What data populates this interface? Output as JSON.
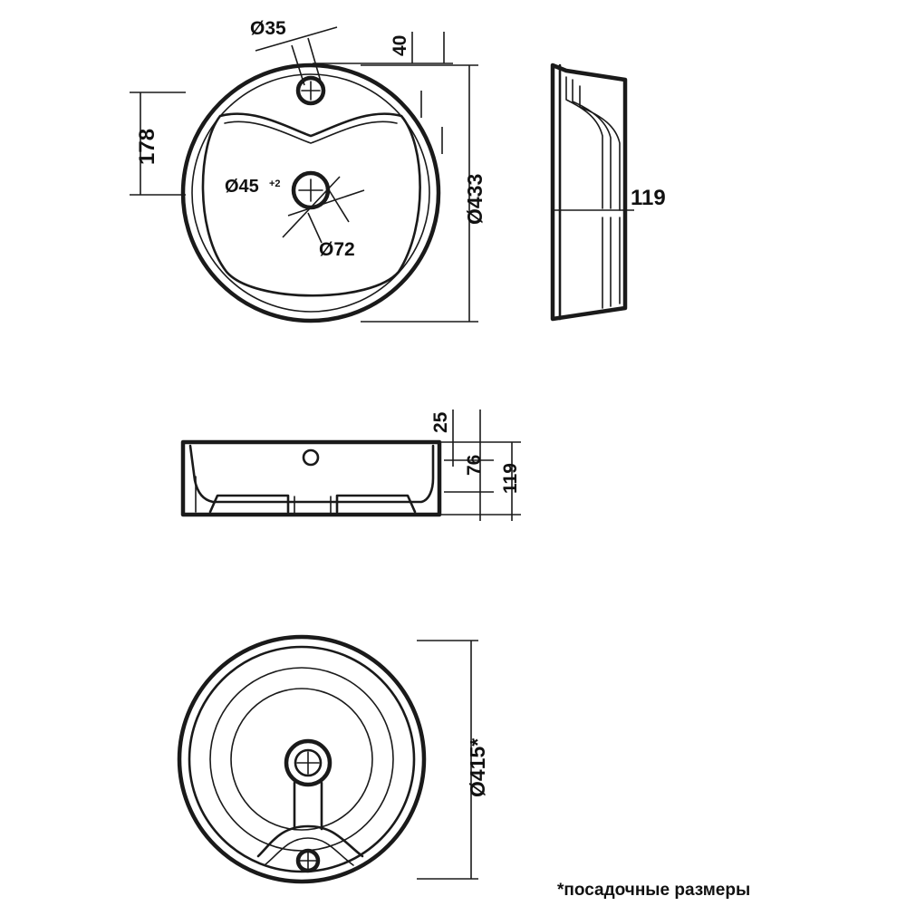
{
  "dimensions": {
    "tap_hole_diameter": "Ø35",
    "rim_offset": "40",
    "drain_offset": "178",
    "drain_hole": "Ø45",
    "drain_hole_tolerance": "+2",
    "drain_outer": "Ø72",
    "outer_diameter": "Ø433",
    "side_height": "119",
    "front_top": "25",
    "front_mid": "76",
    "front_total": "119",
    "mounting_diameter": "Ø415*"
  },
  "footnote": "*посадочные размеры",
  "colors": {
    "line": "#1a1a1a",
    "background": "#ffffff"
  }
}
